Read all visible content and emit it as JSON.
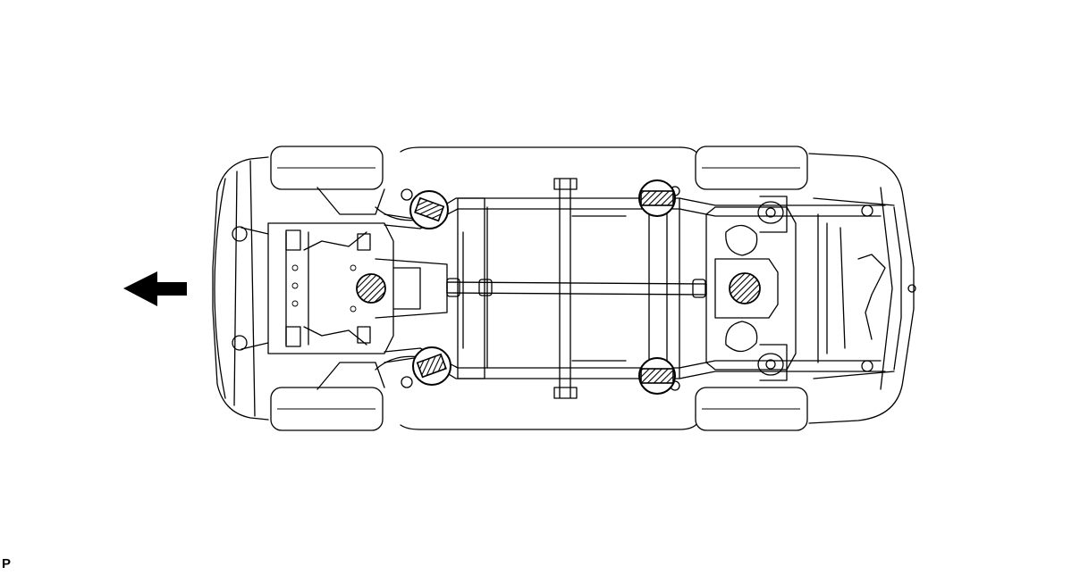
{
  "figure": {
    "corner_label": "P",
    "front_arrow": {
      "icon": "front-direction-arrow-icon",
      "points": "left"
    },
    "jack_points": {
      "pattern": "diagonal-hatch",
      "circle_markers": [
        {
          "name": "front-left-jack-point"
        },
        {
          "name": "front-right-jack-point"
        },
        {
          "name": "rear-left-jack-point"
        },
        {
          "name": "rear-right-jack-point"
        }
      ],
      "round_markers": [
        {
          "name": "front-center-jack-point"
        },
        {
          "name": "rear-center-jack-point"
        }
      ]
    }
  }
}
